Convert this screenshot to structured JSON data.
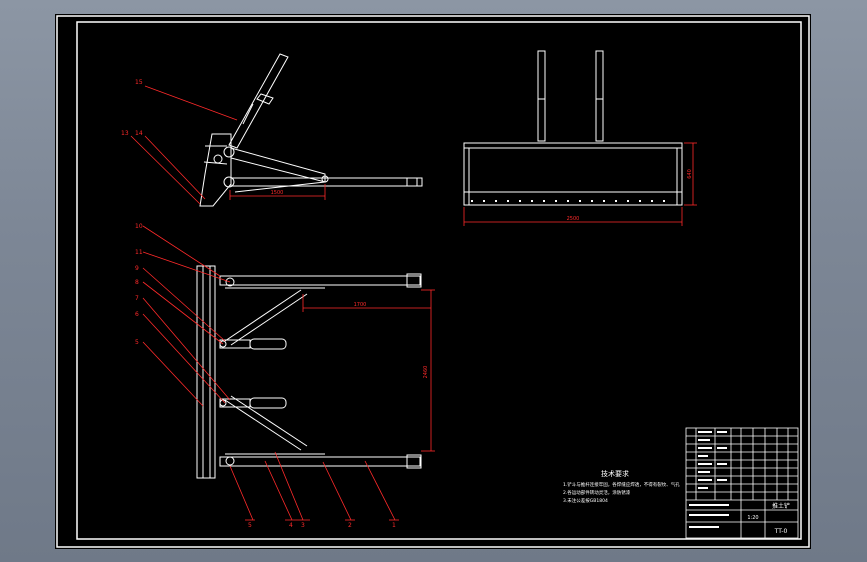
{
  "colors": {
    "background": "#000000",
    "frame": "#ffffff",
    "annotation": "#ff2a2a",
    "dimension": "#ff2a2a",
    "text": "#ffffff",
    "viewport": "#7b8594"
  },
  "top_view_callouts": [
    "15",
    "13",
    "14"
  ],
  "side_callouts_left": [
    "10",
    "11",
    "9",
    "8",
    "7",
    "6",
    "5"
  ],
  "bottom_callouts": [
    "5",
    "4",
    "3",
    "2",
    "1"
  ],
  "dimensions": {
    "top_view": "1500",
    "front_view_width": "2500",
    "front_view_height": "640",
    "plan_horizontal": "1700",
    "plan_vertical": "2460"
  },
  "notes": {
    "title": "技术要求",
    "lines": [
      "1.铲斗与推杆连接牢固，各焊缝应焊透，不得有裂纹、气孔",
      "2.各运动部件转动灵活，涂防锈漆",
      "3.未注公差按GB1804"
    ]
  },
  "title_block": {
    "drawing_name": "推土铲",
    "drawing_no": "TT-0",
    "scale": "1:20"
  }
}
